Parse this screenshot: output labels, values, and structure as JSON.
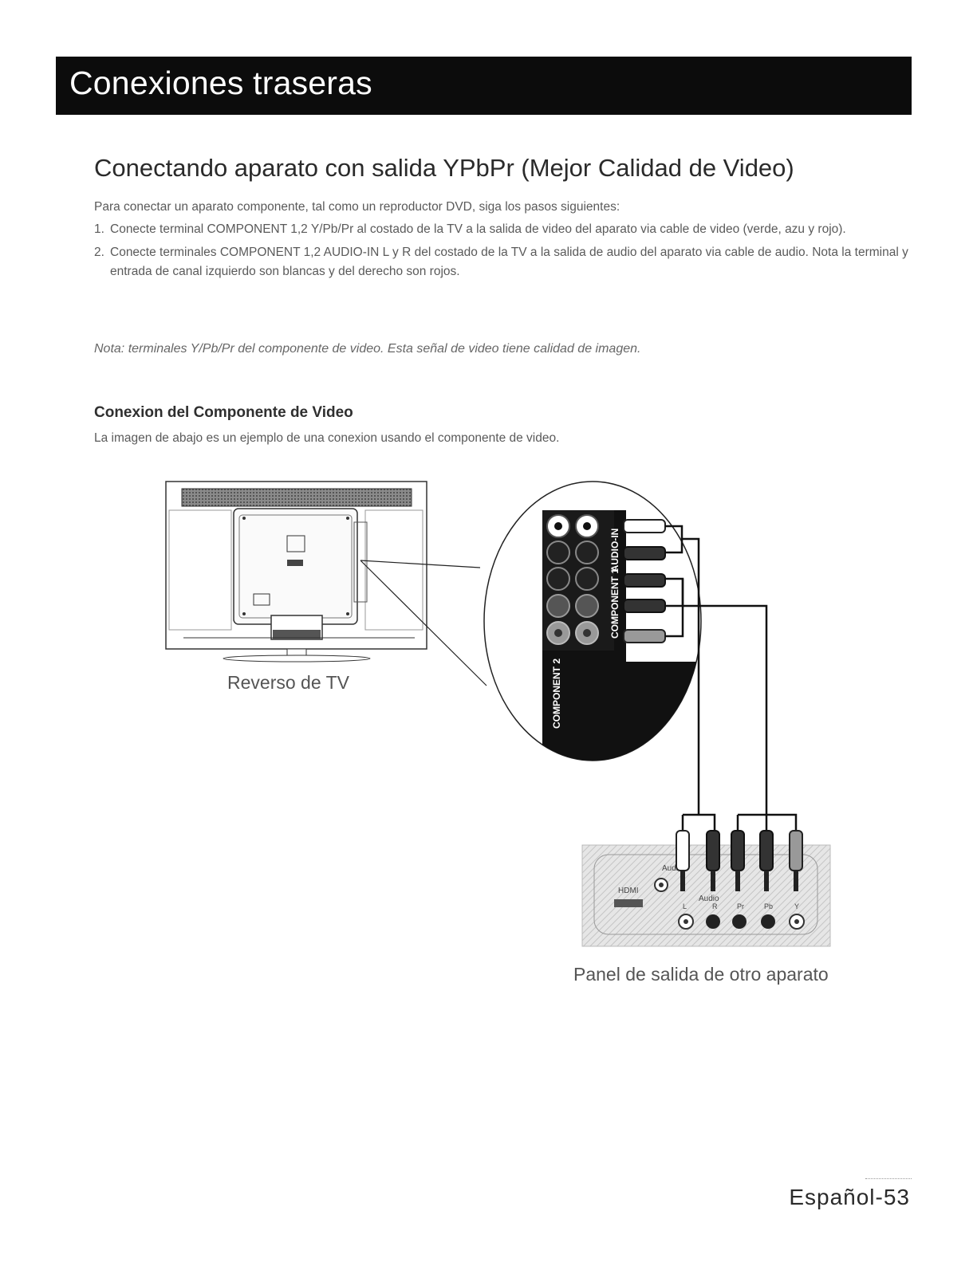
{
  "header": {
    "title": "Conexiones traseras"
  },
  "section": {
    "title": "Conectando aparato con salida YPbPr (Mejor Calidad de Video)",
    "intro": "Para conectar un aparato componente, tal como un reproductor DVD, siga los pasos siguientes:",
    "steps": [
      {
        "num": "1.",
        "text": "Conecte terminal COMPONENT 1,2 Y/Pb/Pr al costado de la TV a la salida de video del aparato via cable de video (verde, azu y rojo)."
      },
      {
        "num": "2.",
        "text": "Conecte terminales COMPONENT 1,2 AUDIO-IN L y R del costado de la TV a la salida de audio del aparato via cable de audio. Nota la terminal y entrada de canal izquierdo son blancas y del derecho son rojos."
      }
    ],
    "note": "Nota: terminales Y/Pb/Pr del componente de video. Esta señal de video tiene calidad de imagen."
  },
  "subsection": {
    "title": "Conexion del Componente de Video",
    "text": "La imagen de abajo es un ejemplo de una conexion usando el componente de video."
  },
  "diagram": {
    "tv_caption": "Reverso de TV",
    "panel_caption": "Panel de salida de otro aparato",
    "labels": {
      "audio_in": "AUDIO-IN",
      "component1": "COMPONENT 1",
      "component2": "COMPONENT 2",
      "hdmi": "HDMI",
      "audio": "Audio",
      "l": "L",
      "r": "R",
      "pr": "Pr",
      "pb": "Pb",
      "y": "Y"
    }
  },
  "footer": {
    "page": "Español-53"
  }
}
